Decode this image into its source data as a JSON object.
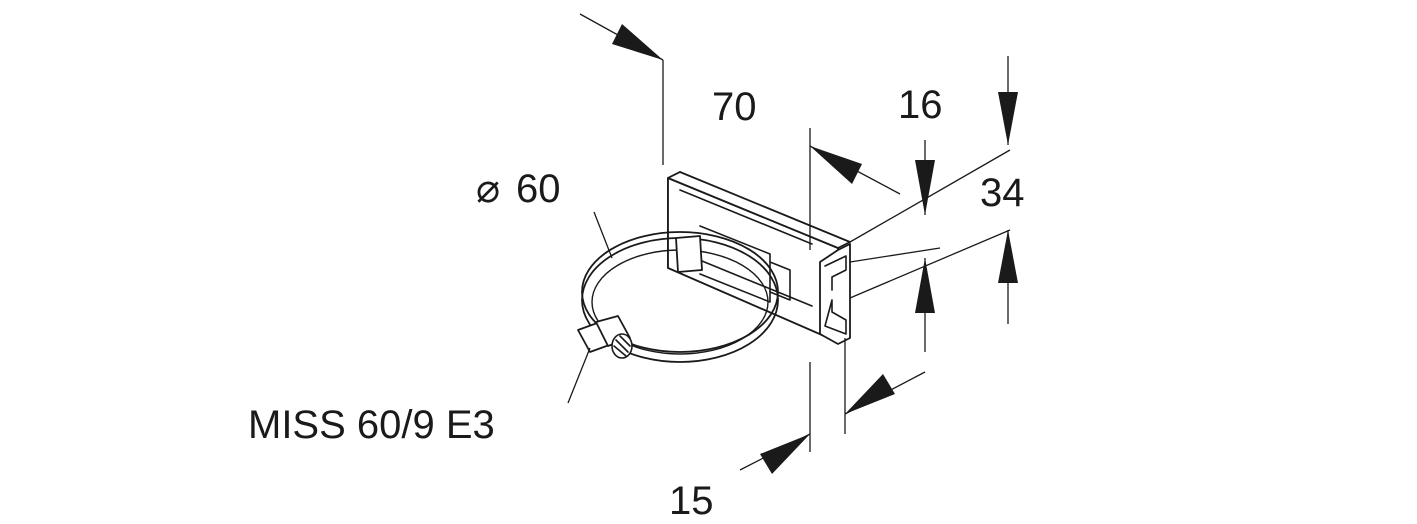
{
  "drawing": {
    "dimensions": {
      "channel_length": "70",
      "channel_width": "16",
      "channel_height": "34",
      "wall_offset": "15",
      "diameter_symbol": "⌀",
      "diameter": "60"
    },
    "part_label": "MISS 60/9 E3"
  }
}
